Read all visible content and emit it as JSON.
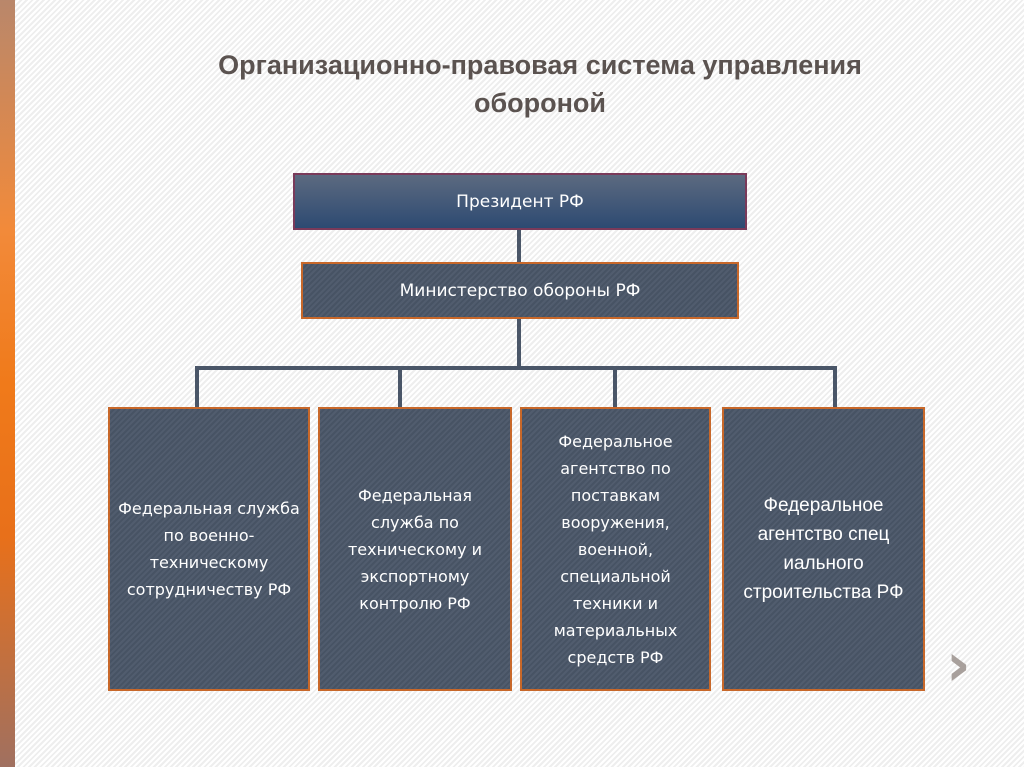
{
  "slide": {
    "title": "Организационно-правовая система управления обороной",
    "nodes": {
      "president": "Президент РФ",
      "ministry": "Министерство обороны РФ",
      "subordinates": [
        "Федеральная служба по военно-техническому сотрудничеству РФ",
        "Федеральная служба по техническому и экспортному контролю РФ",
        "Федеральное агентство по поставкам вооружения, военной, специальной техники и материальных средств РФ",
        "Федеральное агентство спец иального строительства РФ"
      ]
    },
    "next_icon": "chevron-right-icon",
    "next_glyph": "›"
  }
}
